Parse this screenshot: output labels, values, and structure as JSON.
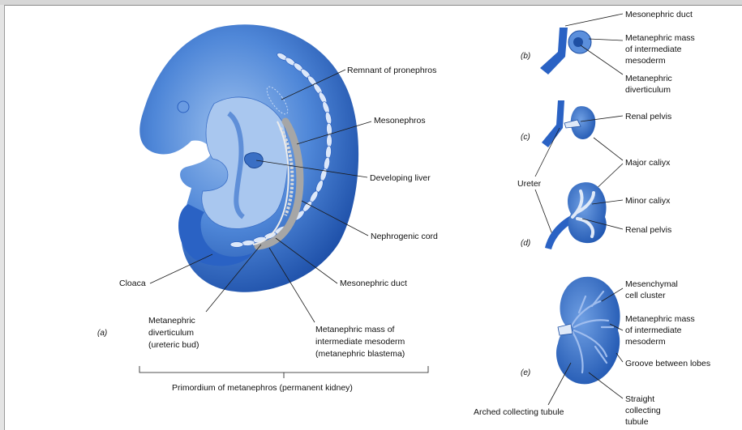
{
  "panels": {
    "a": "(a)",
    "b": "(b)",
    "c": "(c)",
    "d": "(d)",
    "e": "(e)"
  },
  "embryo_labels": {
    "pronephros": "Remnant of pronephros",
    "mesonephros": "Mesonephros",
    "liver": "Developing liver",
    "nephrogenic_cord": "Nephrogenic cord",
    "mesonephric_duct": "Mesonephric duct",
    "cloaca": "Cloaca",
    "metanephric_diverticulum": [
      "Metanephric",
      "diverticulum",
      "(ureteric bud)"
    ],
    "metanephric_mass": [
      "Metanephric mass of",
      "intermediate mesoderm",
      "(metanephric blastema)"
    ],
    "primordium": "Primordium of metanephros (permanent kidney)"
  },
  "panel_b_labels": {
    "mesonephric_duct": "Mesonephric duct",
    "metanephric_mass": [
      "Metanephric mass",
      "of intermediate",
      "mesoderm"
    ],
    "metanephric_diverticulum": [
      "Metanephric",
      "diverticulum"
    ]
  },
  "panel_cd_labels": {
    "renal_pelvis_c": "Renal pelvis",
    "major_calyx": "Major caliyx",
    "ureter": "Ureter",
    "minor_calyx": "Minor caliyx",
    "renal_pelvis_d": "Renal pelvis"
  },
  "panel_e_labels": {
    "mesenchymal": [
      "Mesenchymal",
      "cell cluster"
    ],
    "metanephric_mass": [
      "Metanephric mass",
      "of intermediate",
      "mesoderm"
    ],
    "groove": "Groove between lobes",
    "arched": "Arched collecting tubule",
    "straight": [
      "Straight",
      "collecting",
      "tubule"
    ]
  },
  "colors": {
    "tissue_blue": "#3a78d0",
    "dark_blue": "#1f4fa6",
    "light_blue": "#8fb5e8",
    "gray": "#a9a9a9"
  }
}
